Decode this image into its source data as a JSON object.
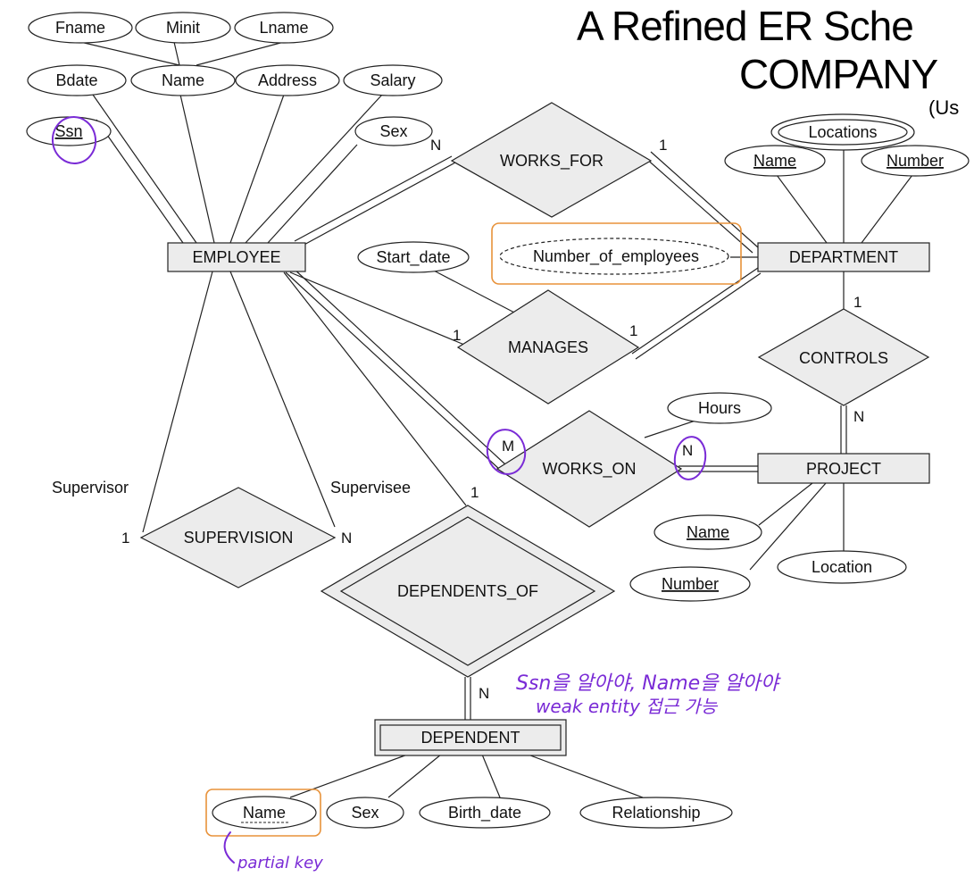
{
  "title": {
    "line1": "A Refined ER Sche",
    "line2": "COMPANY",
    "line3": "(Us"
  },
  "entities": {
    "employee": "EMPLOYEE",
    "department": "DEPARTMENT",
    "project": "PROJECT",
    "dependent": "DEPENDENT"
  },
  "relationships": {
    "works_for": "WORKS_FOR",
    "manages": "MANAGES",
    "works_on": "WORKS_ON",
    "controls": "CONTROLS",
    "supervision": "SUPERVISION",
    "dependents_of": "DEPENDENTS_OF"
  },
  "attributes": {
    "fname": "Fname",
    "minit": "Minit",
    "lname": "Lname",
    "bdate": "Bdate",
    "name": "Name",
    "address": "Address",
    "salary": "Salary",
    "ssn": "Ssn",
    "sex": "Sex",
    "locations": "Locations",
    "dept_name": "Name",
    "dept_number": "Number",
    "number_of_employees": "Number_of_employees",
    "start_date": "Start_date",
    "hours": "Hours",
    "proj_name": "Name",
    "proj_number": "Number",
    "location": "Location",
    "dep_name": "Name",
    "dep_sex": "Sex",
    "birth_date": "Birth_date",
    "relationship": "Relationship"
  },
  "cardinalities": {
    "works_for_emp": "N",
    "works_for_dept": "1",
    "manages_emp": "1",
    "manages_dept": "1",
    "works_on_emp": "M",
    "works_on_proj": "N",
    "controls_dept": "1",
    "controls_proj": "N",
    "supervision_supervisor": "1",
    "supervision_supervisee": "N",
    "dependents_of_emp": "1",
    "dependents_of_dep": "N"
  },
  "roles": {
    "supervisor": "Supervisor",
    "supervisee": "Supervisee"
  },
  "annotations": {
    "weak_entity_line1": "Ssn을 알아야, Name을 알아야",
    "weak_entity_line2": "weak entity 접근 가능",
    "partial_key": "partial key"
  },
  "colors": {
    "fill": "#ececec",
    "stroke": "#222222",
    "highlight_orange": "#e8923a",
    "annotation_purple": "#7a2bd6"
  }
}
